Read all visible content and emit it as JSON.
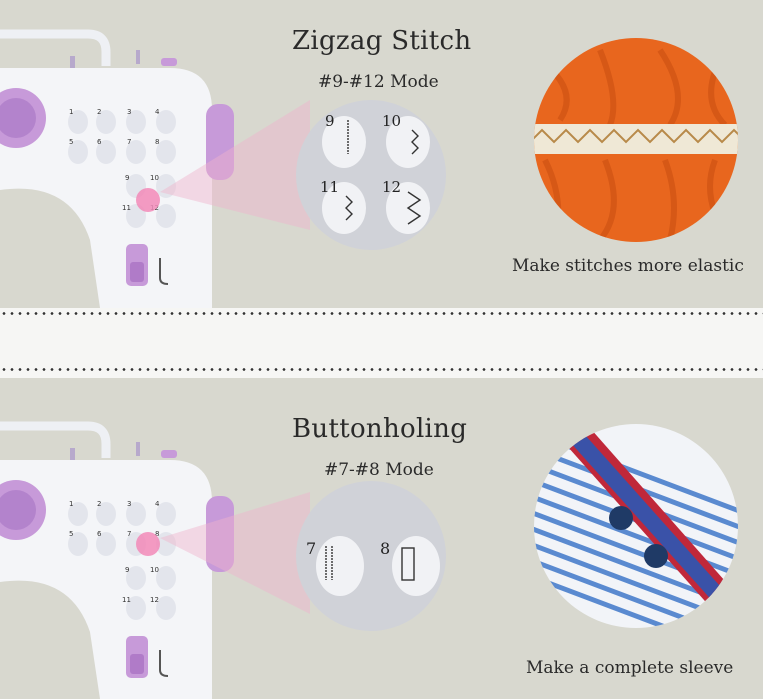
{
  "sections": [
    {
      "title": "Zigzag Stitch",
      "mode": "#9-#12 Mode",
      "caption": "Make stitches more elastic",
      "stitch_numbers": [
        "9",
        "10",
        "11",
        "12"
      ],
      "fabric_color": "#e8661e"
    },
    {
      "title": "Buttonholing",
      "mode": "#7-#8 Mode",
      "caption": "Make a complete sleeve",
      "stitch_numbers": [
        "7",
        "8"
      ],
      "fabric_color": "#5a8ad0"
    }
  ],
  "colors": {
    "accent_purple": "#c79ad9",
    "highlight_pink": "#f28ab8",
    "machine_white": "#f4f5f8"
  },
  "machine_button_labels": [
    "1",
    "2",
    "3",
    "4",
    "5",
    "6",
    "7",
    "8",
    "9",
    "10",
    "11",
    "12"
  ]
}
